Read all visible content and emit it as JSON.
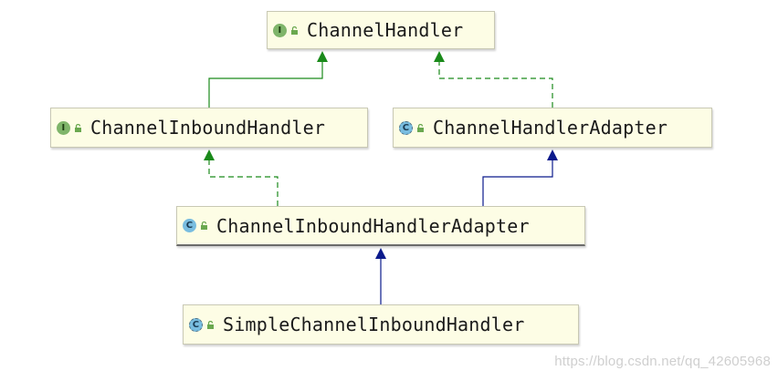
{
  "nodes": [
    {
      "id": "channel-handler",
      "label": "ChannelHandler",
      "kind": "interface"
    },
    {
      "id": "channel-inbound-handler",
      "label": "ChannelInboundHandler",
      "kind": "interface"
    },
    {
      "id": "channel-handler-adapter",
      "label": "ChannelHandlerAdapter",
      "kind": "abstract-class"
    },
    {
      "id": "channel-inbound-handler-adapter",
      "label": "ChannelInboundHandlerAdapter",
      "kind": "class"
    },
    {
      "id": "simple-channel-inbound-handler",
      "label": "SimpleChannelInboundHandler",
      "kind": "abstract-class"
    }
  ],
  "edges": [
    {
      "from": "channel-inbound-handler",
      "to": "channel-handler",
      "type": "extends",
      "color": "#1a8a1a"
    },
    {
      "from": "channel-handler-adapter",
      "to": "channel-handler",
      "type": "implements",
      "color": "#1a8a1a"
    },
    {
      "from": "channel-inbound-handler-adapter",
      "to": "channel-inbound-handler",
      "type": "implements",
      "color": "#1a8a1a"
    },
    {
      "from": "channel-inbound-handler-adapter",
      "to": "channel-handler-adapter",
      "type": "extends",
      "color": "#0b1a8c"
    },
    {
      "from": "simple-channel-inbound-handler",
      "to": "channel-inbound-handler-adapter",
      "type": "extends",
      "color": "#0b1a8c"
    }
  ],
  "icon_letters": {
    "interface": "I",
    "class": "C"
  },
  "colors": {
    "interface_icon": "#7fb56a",
    "class_icon": "#79bde0",
    "node_fill": "#fdfde5",
    "lock_icon": "#6aa84f"
  },
  "watermark": "https://blog.csdn.net/qq_42605968"
}
